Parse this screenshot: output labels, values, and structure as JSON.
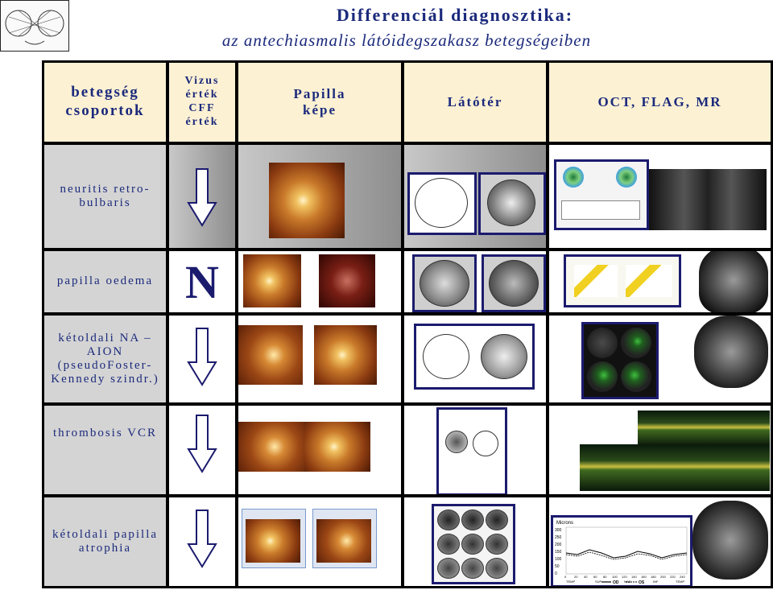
{
  "title": {
    "line1": "Differenciál  diagnosztika:",
    "line2": "az antechiasmalis látóidegszakasz betegségeiben"
  },
  "header": {
    "col1": "betegség csoportok",
    "col2": "Vizus érték CFF érték",
    "col3": "Papilla képe",
    "col4": "Látótér",
    "col5": "OCT, FLAG, MR"
  },
  "rows": [
    {
      "label": "neuritis retro-bulbaris",
      "vizus": "down-arrow"
    },
    {
      "label": "papilla oedema",
      "vizus": "N"
    },
    {
      "label": "kétoldali NA – AION (pseudoFoster-Kennedy szindr.)",
      "vizus": "down-arrow"
    },
    {
      "label": "thrombosis VCR",
      "vizus": "down-arrow"
    },
    {
      "label": "kétoldali papilla atrophia",
      "vizus": "down-arrow"
    }
  ],
  "octchart": {
    "ylabel": "Microns",
    "yticks": [
      "300",
      "250",
      "200",
      "150",
      "100",
      "50",
      "0"
    ],
    "xticks": [
      "0",
      "20",
      "40",
      "60",
      "80",
      "100",
      "120",
      "140",
      "160",
      "180",
      "200",
      "220",
      "240"
    ],
    "sectors": [
      "TEMP",
      "SUP",
      "NAS",
      "INF",
      "TEMP"
    ],
    "legend_od": "OD",
    "legend_os": "OS"
  },
  "colors": {
    "title": "#1b2a7c",
    "header_bg": "#fdf1d3",
    "row_label_bg": "#d4d4d4"
  }
}
